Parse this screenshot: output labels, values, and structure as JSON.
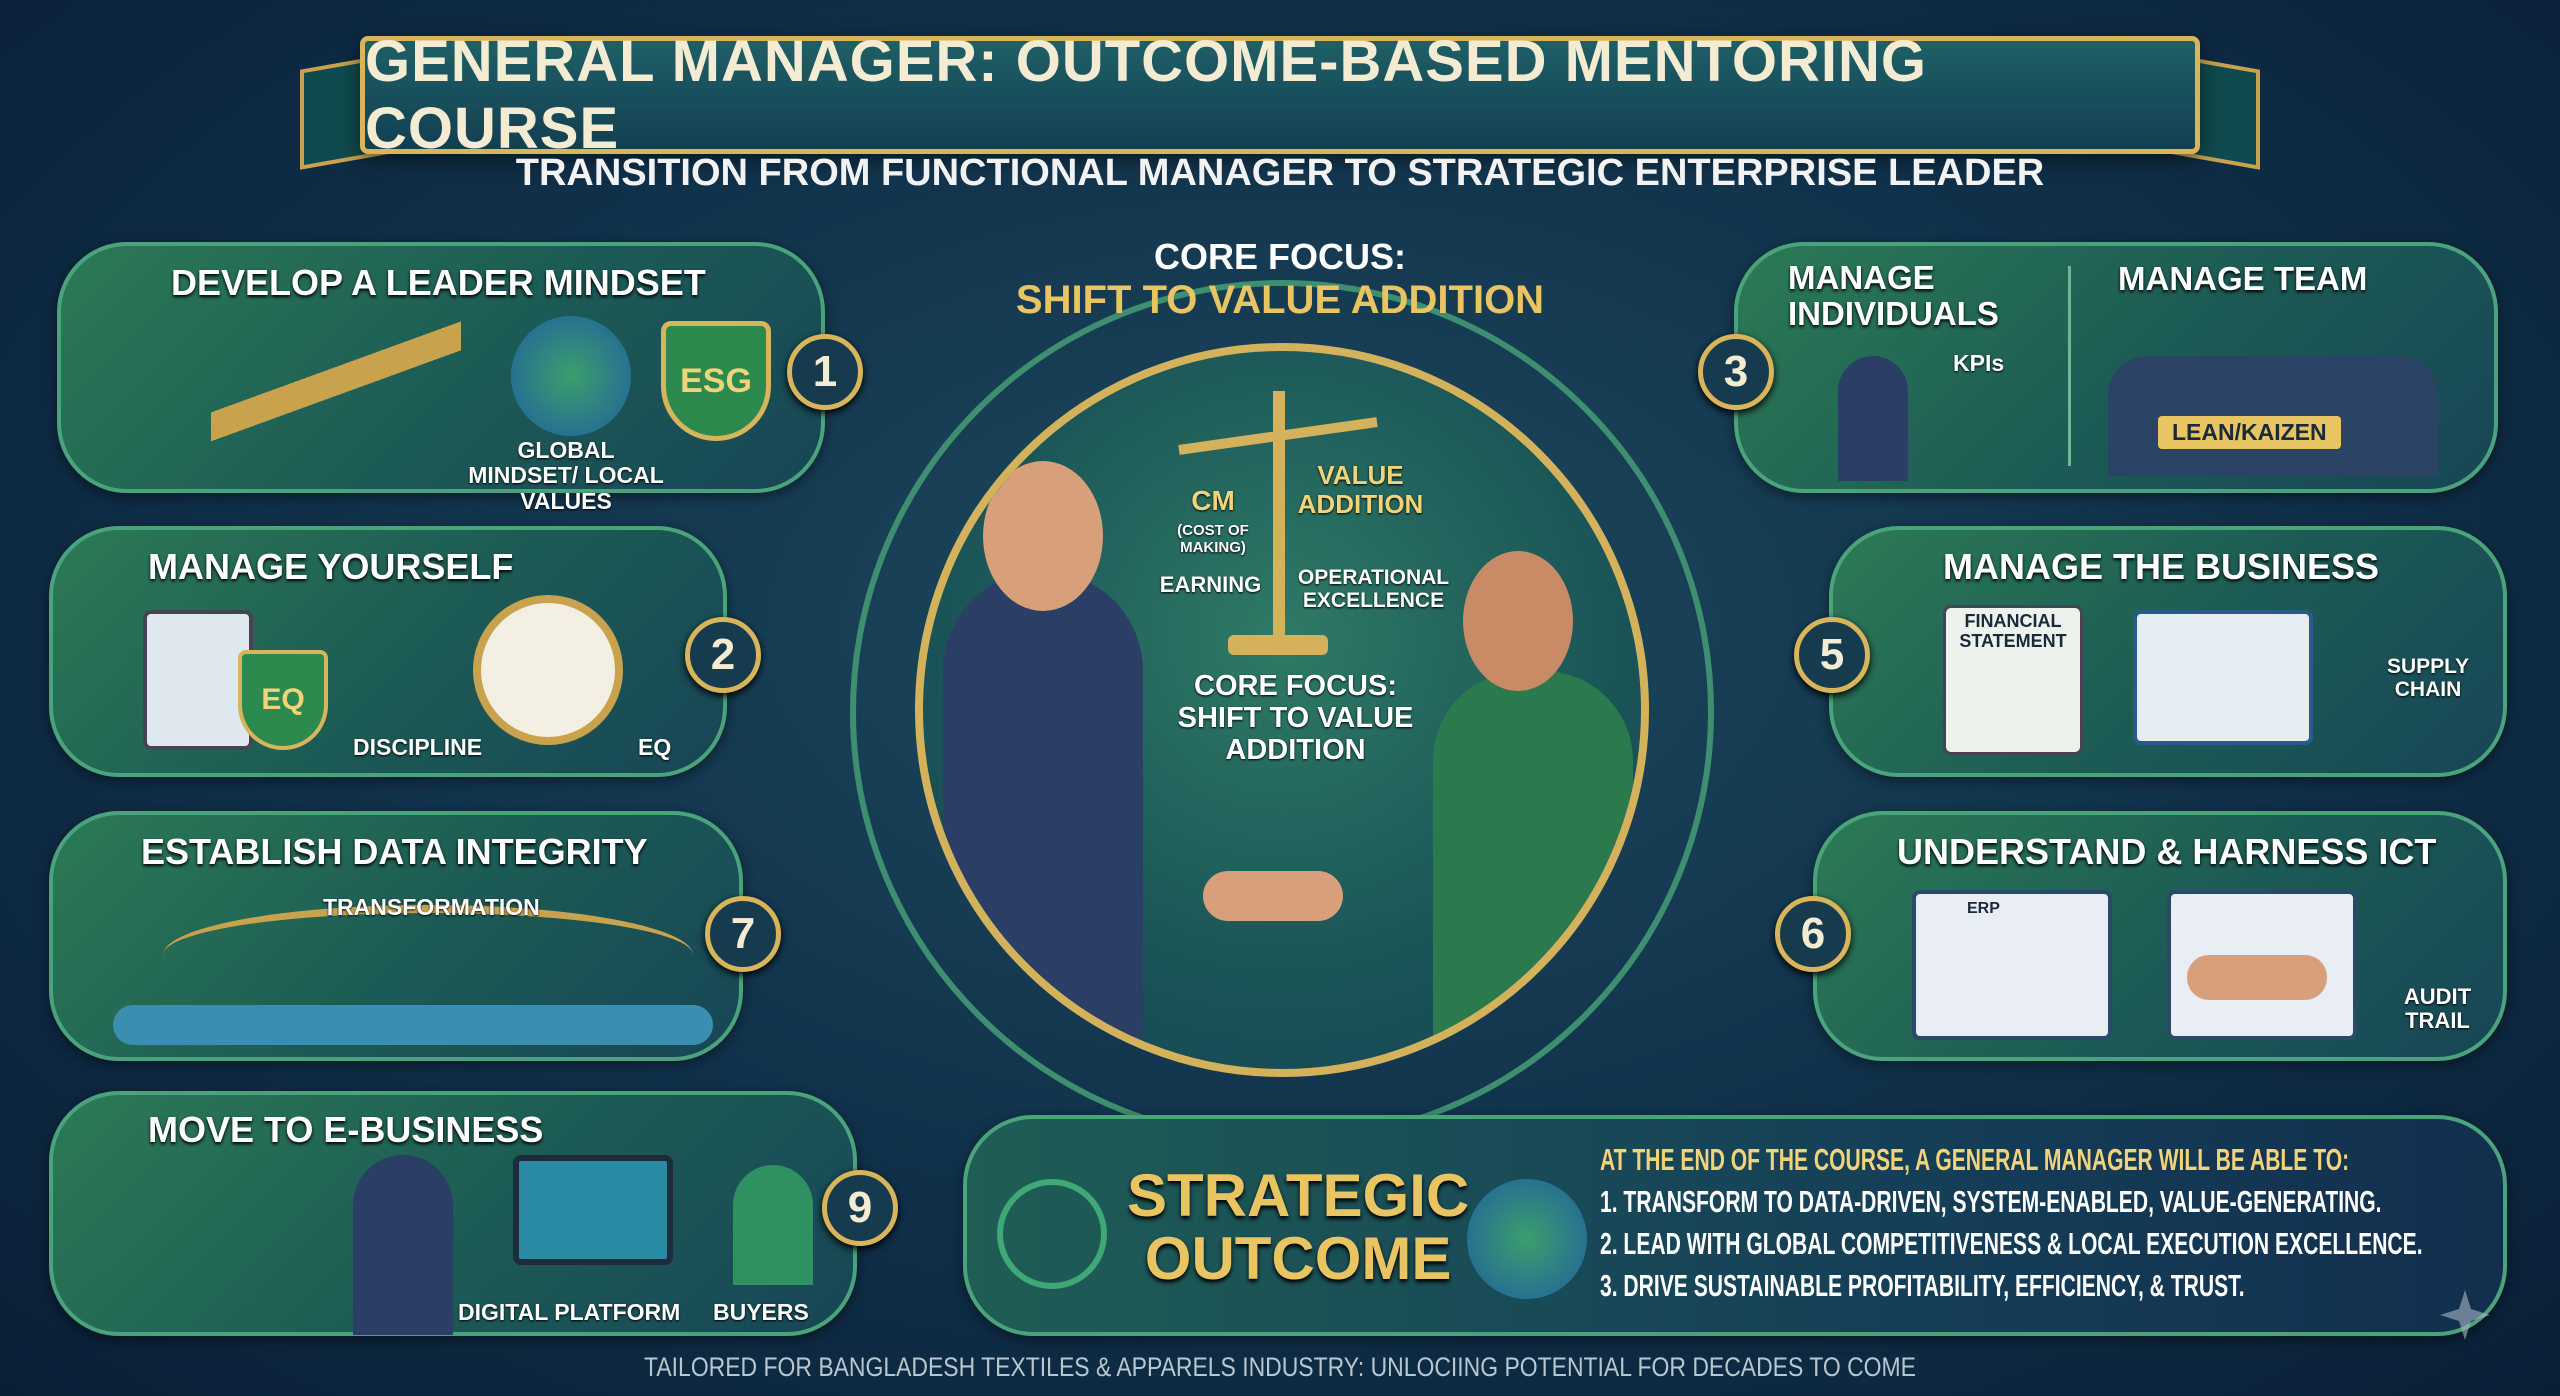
{
  "header": {
    "title": "GENERAL MANAGER: OUTCOME-BASED MENTORING COURSE",
    "subtitle": "TRANSITION FROM FUNCTIONAL MANAGER TO STRATEGIC ENTERPRISE LEADER"
  },
  "core": {
    "heading_line1": "CORE FOCUS:",
    "heading_line2": "SHIFT TO VALUE ADDITION",
    "scale_left": "CM",
    "scale_left_sub": "(COST OF MAKING)",
    "scale_left_label": "EARNING",
    "scale_right": "VALUE ADDITION",
    "scale_right_label": "OPERATIONAL EXCELLENCE",
    "center_text": "CORE FOCUS: SHIFT TO VALUE ADDITION"
  },
  "modules": [
    {
      "number": "1",
      "title": "DEVELOP A LEADER MINDSET",
      "labels": [
        "ESG",
        "GLOBAL MINDSET/ LOCAL VALUES"
      ]
    },
    {
      "number": "2",
      "title": "MANAGE YOURSELF",
      "labels": [
        "EQ",
        "DISCIPLINE",
        "EQ"
      ]
    },
    {
      "number": "7",
      "title": "ESTABLISH DATA INTEGRITY",
      "labels": [
        "TRANSFORMATION"
      ]
    },
    {
      "number": "9",
      "title": "MOVE TO E-BUSINESS",
      "labels": [
        "DIGITAL PLATFORM",
        "BUYERS"
      ]
    },
    {
      "number": "3",
      "title": "MANAGE INDIVIDUALS",
      "title2": "MANAGE TEAM",
      "labels": [
        "KPIs",
        "LEAN/KAIZEN"
      ]
    },
    {
      "number": "5",
      "title": "MANAGE THE BUSINESS",
      "labels": [
        "FINANCIAL STATEMENT",
        "SUPPLY CHAIN"
      ]
    },
    {
      "number": "6",
      "title": "UNDERSTAND & HARNESS ICT",
      "labels": [
        "ERP",
        "AUDIT TRAIL"
      ]
    }
  ],
  "outcome": {
    "title_line1": "STRATEGIC",
    "title_line2": "OUTCOME",
    "intro": "AT THE END OF THE COURSE, A GENERAL MANAGER WILL BE ABLE TO:",
    "items": [
      "1. TRANSFORM TO DATA-DRIVEN, SYSTEM-ENABLED, VALUE-GENERATING.",
      "2. LEAD WITH GLOBAL COMPETITIVENESS & LOCAL EXECUTION EXCELLENCE.",
      "3. DRIVE SUSTAINABLE PROFITABILITY, EFFICIENCY, & TRUST."
    ]
  },
  "footer": "TAILORED FOR BANGLADESH TEXTILES & APPARELS INDUSTRY: UNLOCIING POTENTIAL FOR DECADES TO COME",
  "colors": {
    "gold": "#d8b45a",
    "green": "#2c7a55",
    "navy": "#10304a"
  }
}
